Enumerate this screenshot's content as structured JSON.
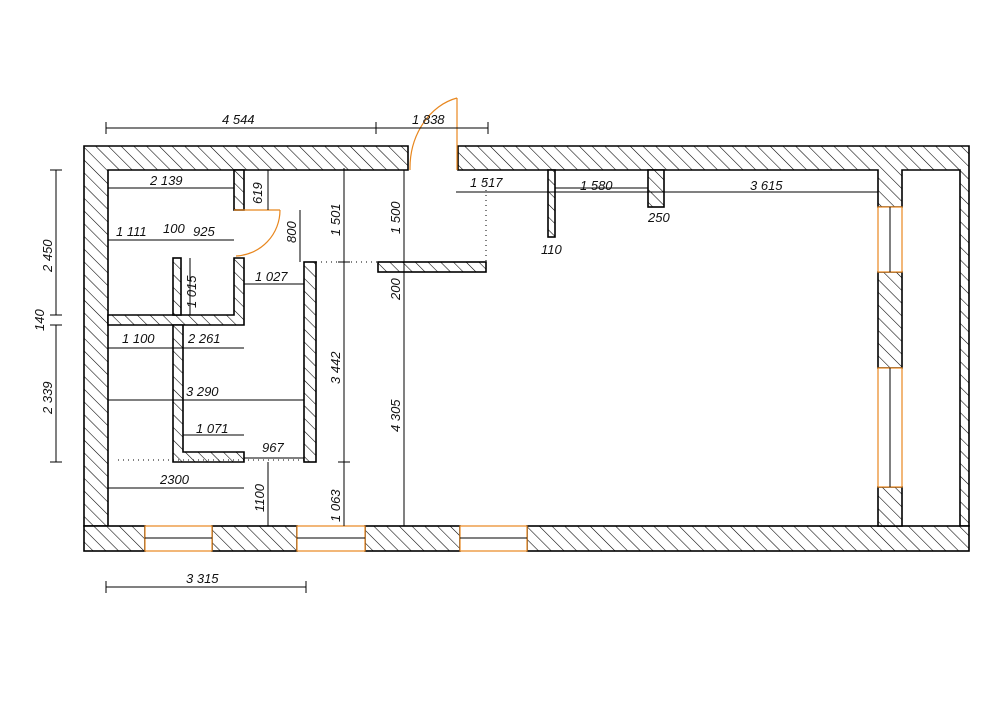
{
  "colors": {
    "wall_stroke": "#000000",
    "opening": "#e8871f",
    "background": "#ffffff"
  },
  "dimensions": {
    "d4544": "4 544",
    "d1838": "1 838",
    "d2139": "2 139",
    "d619": "619",
    "d1517": "1 517",
    "d1580": "1 580",
    "d3615": "3 615",
    "d250": "250",
    "d110": "110",
    "d1501": "1 501",
    "d1500": "1 500",
    "d800": "800",
    "d1111": "1 111",
    "d100": "100",
    "d925": "925",
    "d1027": "1 027",
    "d1015": "1 015",
    "d200": "200",
    "d2450": "2 450",
    "d140": "140",
    "d1100a": "1 100",
    "d2261": "2 261",
    "d3442": "3 442",
    "d2339": "2 339",
    "d3290": "3 290",
    "d4305": "4 305",
    "d1071": "1 071",
    "d967": "967",
    "d2300": "2300",
    "d1100b": "1100",
    "d1063": "1 063",
    "d3315": "3 315"
  }
}
